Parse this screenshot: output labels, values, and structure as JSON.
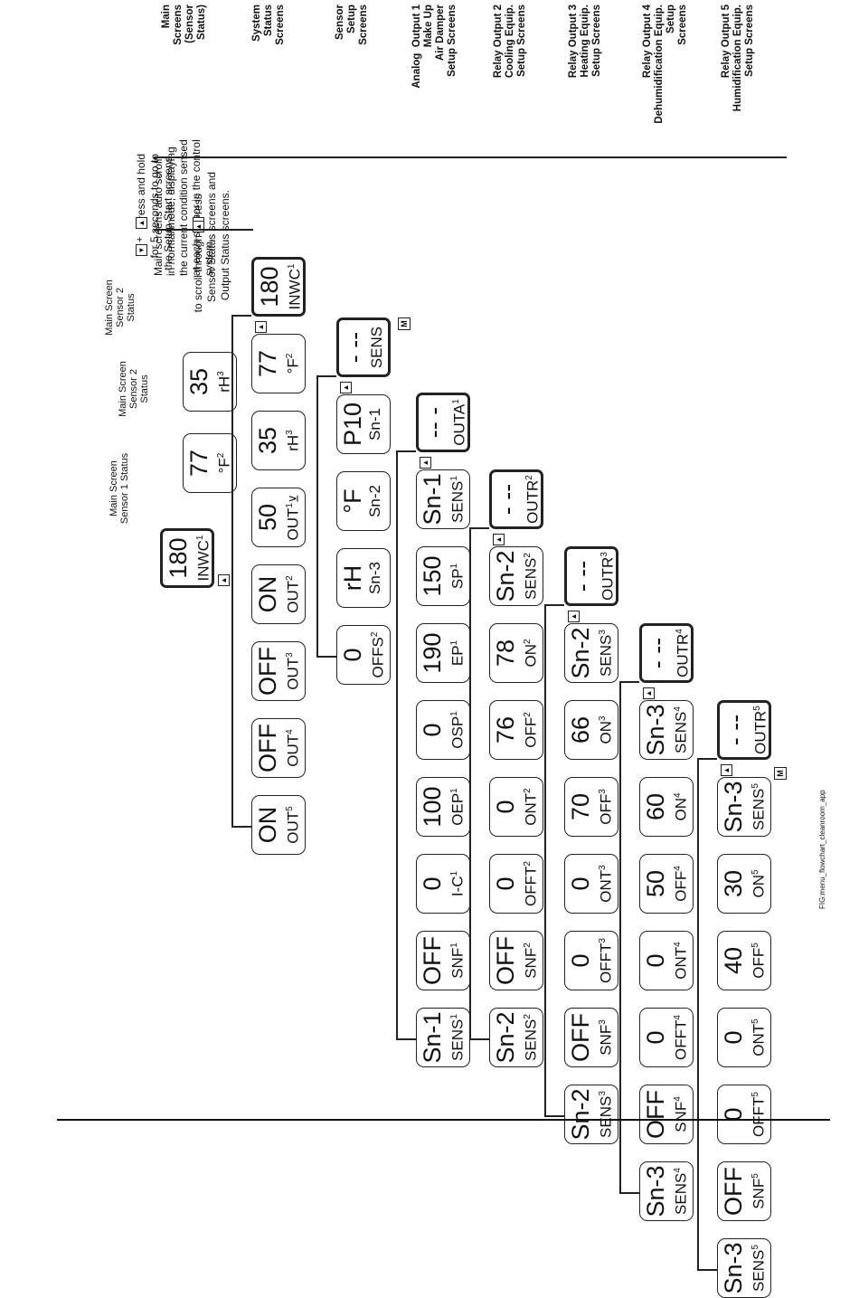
{
  "row_labels": [
    "Main\nScreens\n(Sensor\nStatus)",
    "System\nStatus\nScreens",
    "Sensor\nSetup\nScreens",
    "Analog  Output 1\nMake Up\nAir Damper\nSetup Screens",
    "Relay Output 2\nCooling Equip.\nSetup Screens",
    "Relay Output 3\nHeating Equip.\nSetup Screens",
    "Relay Output 4\nDehumidification Equip.\nSetup\nScreens",
    "Relay Output 5\nHumidification Equip.\nSetup Screens"
  ],
  "notes": {
    "press_hold_1": "Press and hold",
    "press_hold_2": "for 5 seconds to go to",
    "press_hold_3": "the Setup Start screens.",
    "press_scroll_1": "Press",
    "press_scroll_1b": "to scroll through",
    "press_scroll_2": "Sensor Status screens and",
    "press_scroll_3": "Output Status screens.",
    "sensor1_status": "Main Screen\nSensor 1 Status",
    "sensor2_status_a": "Main Screen\nSensor 2\nStatus",
    "sensor2_status_b": "Main Screen\nSensor 2\nStatus",
    "auto_scroll": "Main screens auto scroll\nin normal mode, displaying\nthe current condition sensed\nat each sensor in the control\nsystem.",
    "file_name": "FIG:menu_flowchart_cleanroom_app"
  },
  "icons": {
    "up_key": "up-triangle-icon",
    "down_key": "down-triangle-icon",
    "menu_key": "M"
  },
  "rows": [
    {
      "id": "main",
      "screens": [
        {
          "top": "180",
          "bot": "INWC",
          "sup": "1",
          "thick": true
        },
        {
          "top": "77",
          "bot": "°F",
          "sup": "2"
        },
        {
          "top": "35",
          "bot": "rH",
          "sup": "3"
        }
      ]
    },
    {
      "id": "system",
      "screens": [
        {
          "top": "180",
          "bot": "INWC",
          "sup": "1",
          "thick": true
        },
        {
          "top": "77",
          "bot": "°F",
          "sup": "2"
        },
        {
          "top": "35",
          "bot": "rH",
          "sup": "3"
        },
        {
          "top": "50",
          "bot": "OUT",
          "sup": "1",
          "extra": "⊻"
        },
        {
          "top": "ON",
          "bot": "OUT",
          "sup": "2"
        },
        {
          "top": "OFF",
          "bot": "OUT",
          "sup": "3"
        },
        {
          "top": "OFF",
          "bot": "OUT",
          "sup": "4"
        },
        {
          "top": "ON",
          "bot": "OUT",
          "sup": "5"
        }
      ]
    },
    {
      "id": "sensor",
      "screens": [
        {
          "top": "-  --",
          "bot": "SENS",
          "sup": "",
          "thick": true
        },
        {
          "top": "P10",
          "bot": "Sn-1",
          "sup": ""
        },
        {
          "top": "°F",
          "bot": "Sn-2",
          "sup": ""
        },
        {
          "top": "rH",
          "bot": "Sn-3",
          "sup": ""
        },
        {
          "top": "0",
          "bot": "OFFS",
          "sup": "2"
        }
      ]
    },
    {
      "id": "out1",
      "screens": [
        {
          "top": "-- -",
          "bot": "OUTA",
          "sup": "1",
          "thick": true
        },
        {
          "top": "Sn-1",
          "bot": "SENS",
          "sup": "1"
        },
        {
          "top": "150",
          "bot": "SP",
          "sup": "1"
        },
        {
          "top": "190",
          "bot": "EP",
          "sup": "1"
        },
        {
          "top": "0",
          "bot": "OSP",
          "sup": "1"
        },
        {
          "top": "100",
          "bot": "OEP",
          "sup": "1"
        },
        {
          "top": "0",
          "bot": "I-C",
          "sup": "1"
        },
        {
          "top": "OFF",
          "bot": "SNF",
          "sup": "1"
        },
        {
          "top": "Sn-1",
          "bot": "SENS",
          "sup": "1"
        }
      ]
    },
    {
      "id": "out2",
      "screens": [
        {
          "top": "-  --",
          "bot": "OUTR",
          "sup": "2",
          "thick": true
        },
        {
          "top": "Sn-2",
          "bot": "SENS",
          "sup": "2"
        },
        {
          "top": "78",
          "bot": "ON",
          "sup": "2"
        },
        {
          "top": "76",
          "bot": "OFF",
          "sup": "2"
        },
        {
          "top": "0",
          "bot": "ONT",
          "sup": "2"
        },
        {
          "top": "0",
          "bot": "OFFT",
          "sup": "2"
        },
        {
          "top": "OFF",
          "bot": "SNF",
          "sup": "2"
        },
        {
          "top": "Sn-2",
          "bot": "SENS",
          "sup": "2"
        }
      ]
    },
    {
      "id": "out3",
      "screens": [
        {
          "top": "-  --",
          "bot": "OUTR",
          "sup": "3",
          "thick": true
        },
        {
          "top": "Sn-2",
          "bot": "SENS",
          "sup": "3"
        },
        {
          "top": "66",
          "bot": "ON",
          "sup": "3"
        },
        {
          "top": "70",
          "bot": "OFF",
          "sup": "3"
        },
        {
          "top": "0",
          "bot": "ONT",
          "sup": "3"
        },
        {
          "top": "0",
          "bot": "OFFT",
          "sup": "3"
        },
        {
          "top": "OFF",
          "bot": "SNF",
          "sup": "3"
        },
        {
          "top": "Sn-2",
          "bot": "SENS",
          "sup": "3"
        }
      ]
    },
    {
      "id": "out4",
      "screens": [
        {
          "top": "-  --",
          "bot": "OUTR",
          "sup": "4",
          "thick": true
        },
        {
          "top": "Sn-3",
          "bot": "SENS",
          "sup": "4"
        },
        {
          "top": "60",
          "bot": "ON",
          "sup": "4"
        },
        {
          "top": "50",
          "bot": "OFF",
          "sup": "4"
        },
        {
          "top": "0",
          "bot": "ONT",
          "sup": "4"
        },
        {
          "top": "0",
          "bot": "OFFT",
          "sup": "4"
        },
        {
          "top": "OFF",
          "bot": "SNF",
          "sup": "4"
        },
        {
          "top": "Sn-3",
          "bot": "SENS",
          "sup": "4"
        }
      ]
    },
    {
      "id": "out5",
      "screens": [
        {
          "top": "-  --",
          "bot": "OUTR",
          "sup": "5",
          "thick": true
        },
        {
          "top": "Sn-3",
          "bot": "SENS",
          "sup": "5"
        },
        {
          "top": "30",
          "bot": "ON",
          "sup": "5"
        },
        {
          "top": "40",
          "bot": "OFF",
          "sup": "5"
        },
        {
          "top": "0",
          "bot": "ONT",
          "sup": "5"
        },
        {
          "top": "0",
          "bot": "OFFT",
          "sup": "5"
        },
        {
          "top": "OFF",
          "bot": "SNF",
          "sup": "5"
        },
        {
          "top": "Sn-3",
          "bot": "SENS",
          "sup": "5"
        }
      ]
    }
  ]
}
